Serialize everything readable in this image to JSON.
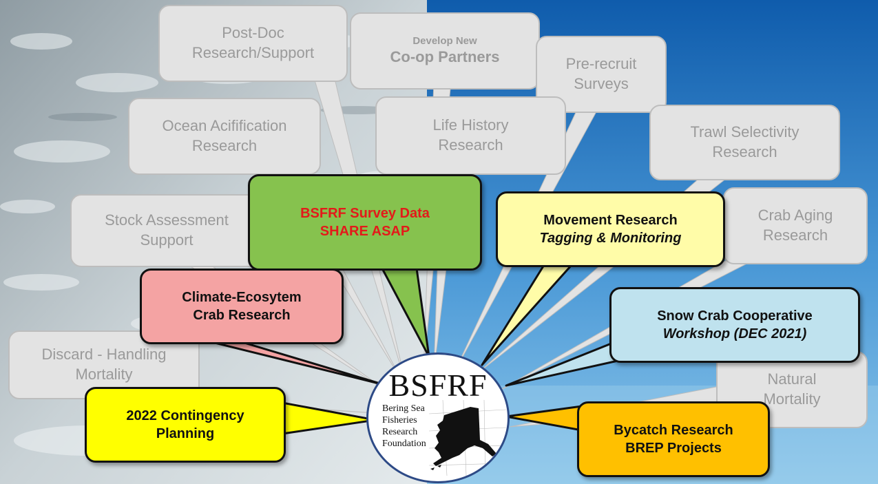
{
  "colors": {
    "sky_top": "#0f5cac",
    "sky_bottom": "#74b8e4",
    "ice": "#b9c4c8",
    "green": "#86c24e",
    "pink": "#f4a3a3",
    "yellow_light": "#fffca8",
    "yellow": "#ffff00",
    "blue_light": "#bfe2ee",
    "orange": "#ffc000",
    "red_text": "#e31a1a",
    "grey_box": "#e3e3e3",
    "grey_text": "#9a9a9a"
  },
  "topics": {
    "postdoc": [
      "Post-Doc",
      "Research/Support"
    ],
    "coop": [
      "Develop New",
      "Co-op Partners"
    ],
    "prerecruit": [
      "Pre-recruit",
      "Surveys"
    ],
    "acidification": [
      "Ocean Acifification",
      "Research"
    ],
    "lifehistory": [
      "Life History",
      "Research"
    ],
    "trawl": [
      "Trawl Selectivity",
      "Research"
    ],
    "stock": [
      "Stock Assessment",
      "Support"
    ],
    "aging": [
      "Crab Aging",
      "Research"
    ],
    "discard": [
      "Discard - Handling",
      "Mortality"
    ],
    "natural": [
      "Natural",
      "Mortality"
    ]
  },
  "priorities": {
    "survey": [
      "BSFRF Survey Data",
      "SHARE ASAP"
    ],
    "movement": [
      "Movement Research",
      "Tagging & Monitoring"
    ],
    "climate": [
      "Climate-Ecosytem",
      "Crab Research"
    ],
    "snowcrab": [
      "Snow Crab Cooperative",
      "Workshop (DEC 2021)"
    ],
    "contingency": [
      "2022 Contingency",
      "Planning"
    ],
    "bycatch": [
      "Bycatch Research",
      "BREP Projects"
    ]
  },
  "logo": {
    "acronym": "BSFRF",
    "name_lines": [
      "Bering Sea",
      "Fisheries",
      "Research",
      "Foundation"
    ]
  }
}
